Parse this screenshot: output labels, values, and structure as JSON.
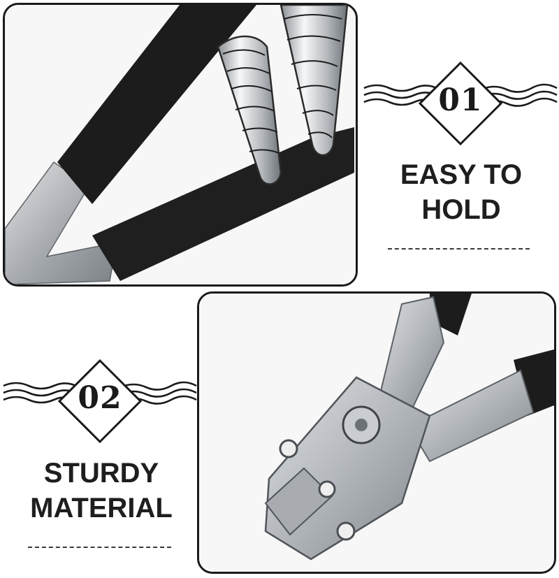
{
  "features": [
    {
      "number": "01",
      "title_line1": "EASY TO",
      "title_line2": "HOLD"
    },
    {
      "number": "02",
      "title_line1": "STURDY",
      "title_line2": "MATERIAL"
    }
  ],
  "colors": {
    "ink": "#1a1a1a",
    "background": "#ffffff",
    "foam_grip": "#1b1b1b",
    "metal": "#b9bcbf",
    "chrome": "#d8dadc"
  }
}
